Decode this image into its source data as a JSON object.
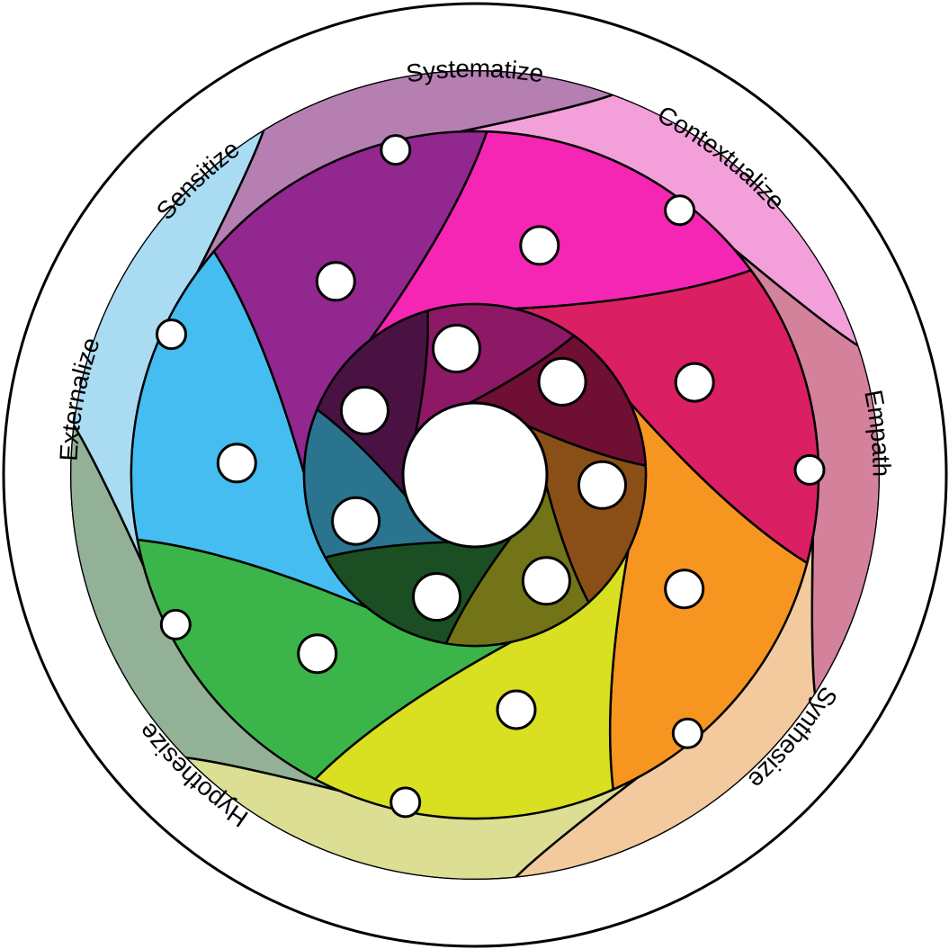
{
  "diagram": {
    "labels": [
      {
        "id": "systematize",
        "text": "Systematize"
      },
      {
        "id": "contextualize",
        "text": "Contextualize"
      },
      {
        "id": "empathize",
        "text": "Empathize"
      },
      {
        "id": "synthesize",
        "text": "Synthesize"
      },
      {
        "id": "hypothesize",
        "text": "Hypothesize"
      },
      {
        "id": "externalize",
        "text": "Externalize"
      },
      {
        "id": "sensitize",
        "text": "Sensitize"
      }
    ],
    "segments": [
      {
        "name": "systematize",
        "colors": {
          "outer": "#f29fda",
          "middle": "#f526b4",
          "inner": "#8c1866"
        }
      },
      {
        "name": "contextualize",
        "colors": {
          "outer": "#d4829b",
          "middle": "#da1f63",
          "inner": "#6e0f33"
        }
      },
      {
        "name": "empathize",
        "colors": {
          "outer": "#f3ca9d",
          "middle": "#f79521",
          "inner": "#8a4f17"
        }
      },
      {
        "name": "synthesize",
        "colors": {
          "outer": "#dbde93",
          "middle": "#d9e021",
          "inner": "#727417"
        }
      },
      {
        "name": "hypothesize",
        "colors": {
          "outer": "#93b196",
          "middle": "#3bb54a",
          "inner": "#1b4e22"
        }
      },
      {
        "name": "externalize",
        "colors": {
          "outer": "#a9dcf2",
          "middle": "#45bdf0",
          "inner": "#2a7490"
        }
      },
      {
        "name": "sensitize",
        "colors": {
          "outer": "#b57fb2",
          "middle": "#92278f",
          "inner": "#4a1243"
        }
      }
    ]
  }
}
